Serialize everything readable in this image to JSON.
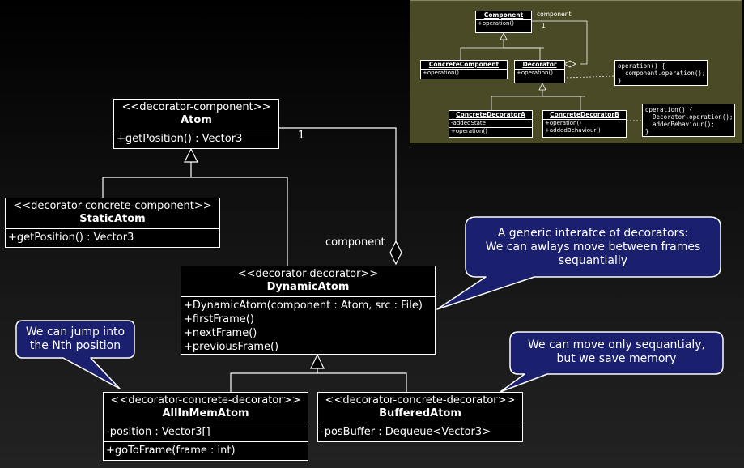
{
  "atom": {
    "stereotype": "<<decorator-component>>",
    "name": "Atom",
    "operations": [
      "+getPosition() : Vector3"
    ]
  },
  "static_atom": {
    "stereotype": "<<decorator-concrete-component>>",
    "name": "StaticAtom",
    "operations": [
      "+getPosition() : Vector3"
    ]
  },
  "dynamic_atom": {
    "stereotype": "<<decorator-decorator>>",
    "name": "DynamicAtom",
    "operations": [
      "+DynamicAtom(component : Atom, src : File)",
      "+firstFrame()",
      "+nextFrame()",
      "+previousFrame()"
    ]
  },
  "all_in_mem_atom": {
    "stereotype": "<<decorator-concrete-decorator>>",
    "name": "AllInMemAtom",
    "attributes": [
      "-position : Vector3[]"
    ],
    "operations": [
      "+goToFrame(frame : int)"
    ]
  },
  "buffered_atom": {
    "stereotype": "<<decorator-concrete-decorator>>",
    "name": "BufferedAtom",
    "attributes": [
      "-posBuffer : Dequeue<Vector3>"
    ]
  },
  "association": {
    "role": "component",
    "multiplicity": "1"
  },
  "callouts": {
    "generic": [
      "A generic interafce of decorators:",
      "We can awlays move between frames",
      "sequantially"
    ],
    "jump": [
      "We can jump into",
      "the Nth position"
    ],
    "memory": [
      "We can move only sequantialy,",
      "but we save memory"
    ]
  },
  "colors": {
    "callout_fill": "#1a1f6e",
    "callout_border": "#ffffff",
    "mini_bg": "#4a4a26"
  },
  "mini": {
    "component": {
      "name": "Component",
      "ops": [
        "+operation()"
      ]
    },
    "concrete_component": {
      "name": "ConcreteComponent",
      "ops": [
        "+operation()"
      ]
    },
    "decorator": {
      "name": "Decorator",
      "ops": [
        "+operation()"
      ]
    },
    "concrete_decorator_a": {
      "name": "ConcreteDecoratorA",
      "attrs": [
        "-addedState"
      ],
      "ops": [
        "+operation()"
      ]
    },
    "concrete_decorator_b": {
      "name": "ConcreteDecoratorB",
      "ops": [
        "+operation()",
        "+addedBehaviour()"
      ]
    },
    "role": "component",
    "multiplicity": "1",
    "note1": [
      "operation() {",
      "  component.operation();",
      "}"
    ],
    "note2": [
      "operation() {",
      "  Decorator.operation();",
      "  addedBehaviour();",
      "}"
    ]
  }
}
